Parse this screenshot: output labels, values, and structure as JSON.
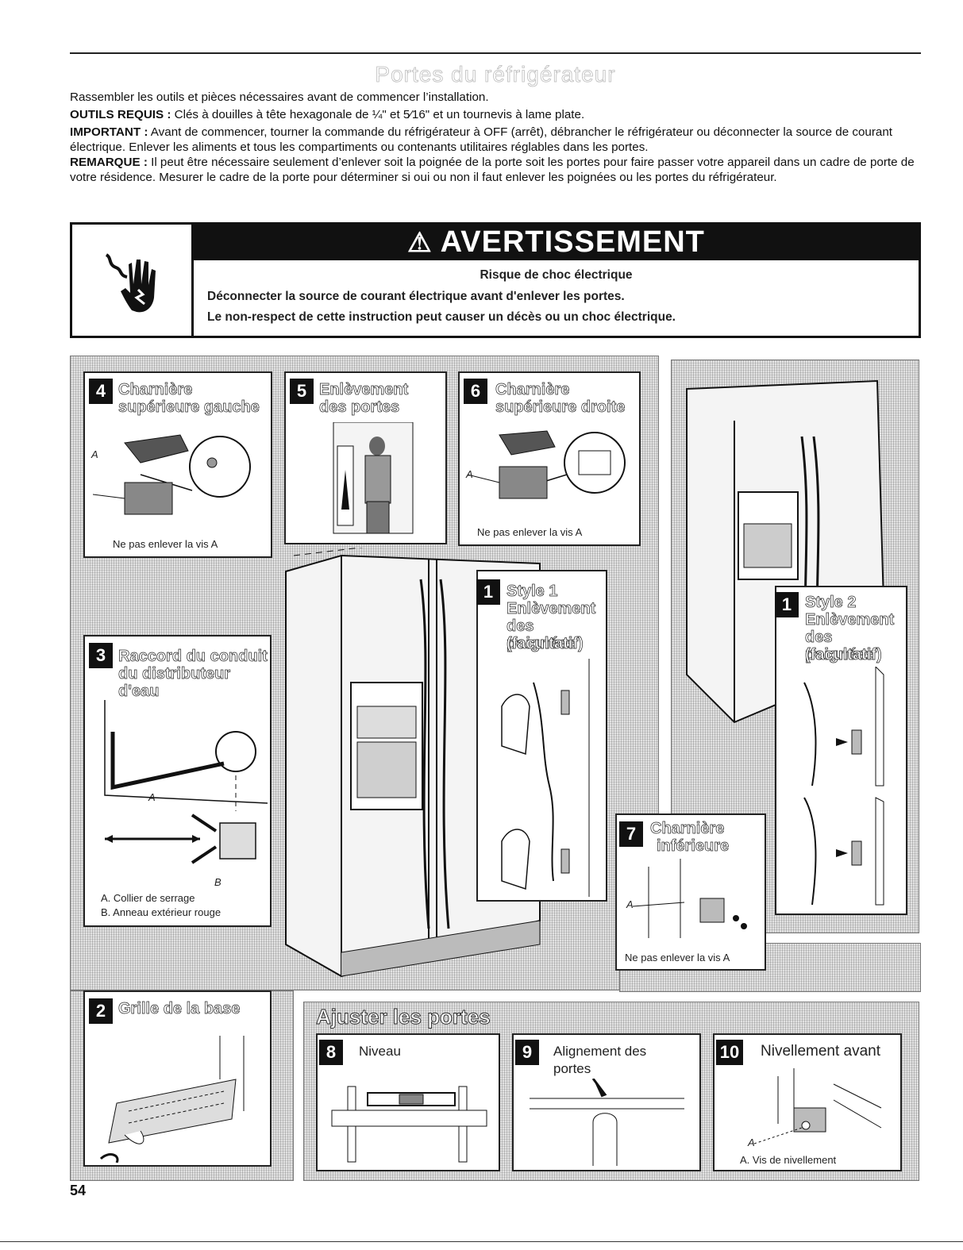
{
  "page_title": "Portes du réfrigérateur",
  "intro": {
    "line1": "Rassembler les outils et pièces nécessaires avant de commencer l’installation.",
    "tools_label": "OUTILS REQUIS :",
    "tools_text": " Clés à douilles à tête hexagonale de ¼\" et 5⁄16\" et un tournevis à lame plate.",
    "important_label": "IMPORTANT :",
    "important_text": " Avant de commencer, tourner la commande du réfrigérateur à OFF (arrêt), débrancher le réfrigérateur ou déconnecter la source de courant électrique. Enlever les aliments et tous les compartiments ou contenants utilitaires réglables dans les portes.",
    "note_label": "REMARQUE :",
    "note_text": " Il peut être nécessaire seulement d’enlever soit la poignée de la porte soit les portes pour faire passer votre appareil dans un cadre de porte de votre résidence. Mesurer le cadre de la porte pour déterminer si oui ou non il faut enlever les poignées ou les portes du réfrigérateur."
  },
  "warning": {
    "header": "AVERTISSEMENT",
    "line1": "Risque de choc électrique",
    "line2": "Déconnecter la source de courant électrique avant d'enlever les portes.",
    "line3": "Le non-respect de cette instruction peut causer un décès ou un choc électrique."
  },
  "steps": {
    "s4": {
      "num": "4",
      "title1": "Charnière",
      "title2": "supérieure gauche",
      "caption": "Ne pas enlever la vis A",
      "label_a": "A"
    },
    "s5": {
      "num": "5",
      "title1": "Enlèvement",
      "title2": "des portes"
    },
    "s6": {
      "num": "6",
      "title1": "Charnière",
      "title2": "supérieure droite",
      "caption": "Ne pas enlever la vis A",
      "label_a": "A"
    },
    "s1a": {
      "num": "1",
      "title1": "Style 1",
      "title2": "Enlèvement",
      "title3": "des poignées",
      "title4": "(facultatif)"
    },
    "s1b": {
      "num": "1",
      "title1": "Style 2",
      "title2": "Enlèvement",
      "title3": "des poignées",
      "title4": "(facultatif)"
    },
    "s3": {
      "num": "3",
      "title1": "Raccord du conduit",
      "title2": "du distributeur d'eau",
      "cap1": "A. Collier de serrage",
      "cap2": "B. Anneau extérieur rouge",
      "label_a": "A",
      "label_b": "B"
    },
    "s7": {
      "num": "7",
      "title1": "Charnière",
      "title2": "inférieure",
      "caption": "Ne pas enlever la vis A",
      "label_a": "A"
    },
    "s2": {
      "num": "2",
      "title1": "Grille de la base"
    },
    "adjust_title": "Ajuster les portes",
    "s8": {
      "num": "8",
      "title1": "Niveau"
    },
    "s9": {
      "num": "9",
      "title1": "Alignement des",
      "title2": "portes"
    },
    "s10": {
      "num": "10",
      "title1": "Nivellement avant",
      "caption": "A. Vis de nivellement",
      "label_a": "A"
    }
  },
  "page_number": "54"
}
